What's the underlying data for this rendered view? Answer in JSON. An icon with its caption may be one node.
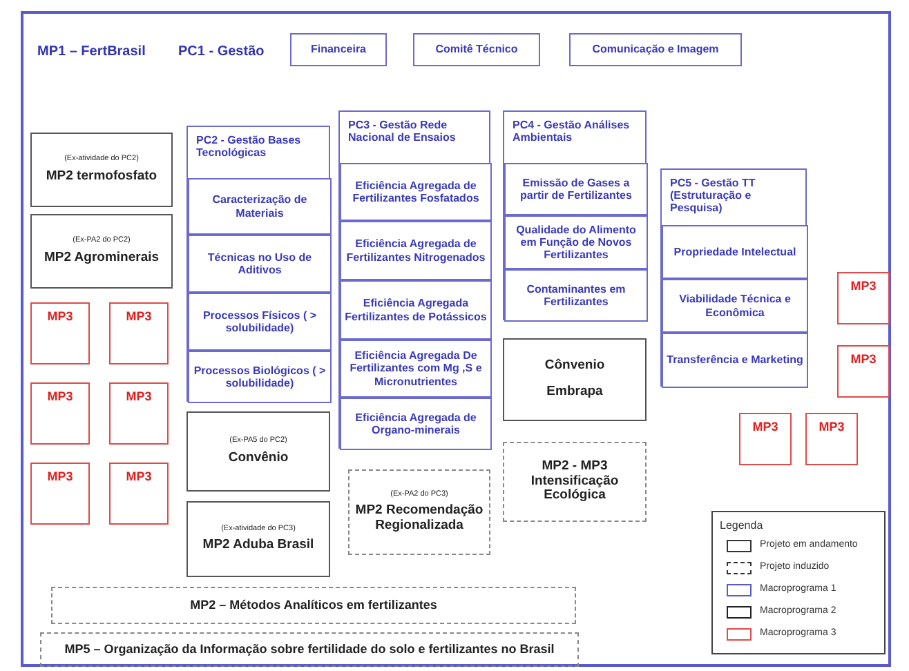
{
  "diagram": {
    "nodes": [
      {
        "text": [
          "MP1 – FertBrasil"
        ]
      },
      {
        "text": [
          "Financeira"
        ],
        "in": 0
      },
      {
        "text": [
          "Comitê Técnico"
        ],
        "in": 0
      },
      {
        "text": [
          "Comunicação e Imagem"
        ],
        "in": 0
      },
      {
        "text": [
          "(Ex-atividade do PC2)",
          "MP2 termofosfato"
        ],
        "in": 0
      },
      {
        "text": [
          "(Ex-PA2 do PC2)",
          "MP2 Agrominerais"
        ],
        "in": 0
      },
      {
        "text": [
          "MP3"
        ],
        "in": 0
      },
      {
        "text": [
          "MP3"
        ],
        "in": 0
      },
      {
        "text": [
          "MP3"
        ],
        "in": 0
      },
      {
        "text": [
          "MP3"
        ],
        "in": 0
      },
      {
        "text": [
          "MP3"
        ],
        "in": 0
      },
      {
        "text": [
          "MP3"
        ],
        "in": 0
      },
      {
        "text": [
          "PC2 - Gestão Bases Tecnológicas"
        ],
        "in": 0
      },
      {
        "text": [
          "Caracterização de Materiais"
        ],
        "in": 12
      },
      {
        "text": [
          "Técnicas no Uso de Aditivos"
        ],
        "in": 12
      },
      {
        "text": [
          "Processos Físicos ( > solubilidade)"
        ],
        "in": 12
      },
      {
        "text": [
          "Processos Biológicos ( > solubilidade)"
        ],
        "in": 12
      },
      {
        "text": [
          "(Ex-PA5 do PC2)",
          "Convênio"
        ],
        "in": 0
      },
      {
        "text": [
          "(Ex-atividade do PC3)",
          "MP2 Aduba Brasil"
        ],
        "in": 0
      },
      {
        "text": [
          "PC3 - Gestão Rede Nacional de Ensaios"
        ],
        "in": 0
      },
      {
        "text": [
          "Eficiência Agregada de Fertilizantes Fosfatados"
        ],
        "in": 19
      },
      {
        "text": [
          "Eficiência Agregada de Fertilizantes Nitrogenados"
        ],
        "in": 19
      },
      {
        "text": [
          "Eficiência Agregada Fertilizantes de Potássicos"
        ],
        "in": 19
      },
      {
        "text": [
          "Eficiência Agregada De Fertilizantes com Mg ,S e Micronutrientes"
        ],
        "in": 19
      },
      {
        "text": [
          "Eficiência Agregada de Organo-minerais"
        ],
        "in": 19
      },
      {
        "text": [
          "(Ex-PA2 do PC3)",
          "MP2 Recomendação Regionalizada"
        ],
        "in": 0
      },
      {
        "text": [
          "PC4 - Gestão Análises Ambientais"
        ],
        "in": 0
      },
      {
        "text": [
          "Emissão de Gases a partir de Fertilizantes"
        ],
        "in": 26
      },
      {
        "text": [
          "Qualidade do Alimento em Função de Novos Fertilizantes"
        ],
        "in": 26
      },
      {
        "text": [
          "Contaminantes em Fertilizantes"
        ],
        "in": 26
      },
      {
        "text": [
          "Cônvenio",
          "Embrapa"
        ],
        "in": 0
      },
      {
        "text": [
          "MP2 - MP3 Intensificação Ecológica"
        ],
        "in": 0
      },
      {
        "text": [
          "PC5 - Gestão TT (Estruturação e Pesquisa)"
        ],
        "in": 0
      },
      {
        "text": [
          "Propriedade Intelectual"
        ],
        "in": 32
      },
      {
        "text": [
          "Viabilidade Técnica e Econômica"
        ],
        "in": 32
      },
      {
        "text": [
          "Transferência e Marketing"
        ],
        "in": 32
      },
      {
        "text": [
          "MP3"
        ],
        "in": 0
      },
      {
        "text": [
          "MP3"
        ],
        "in": 0
      },
      {
        "text": [
          "MP3"
        ],
        "in": 0
      },
      {
        "text": [
          "MP3"
        ],
        "in": 0
      },
      {
        "text": [
          "MP2 – Métodos Analíticos em fertilizantes"
        ],
        "in": 0
      },
      {
        "text": [
          "MP5 – Organização da Informação sobre fertilidade do solo e fertilizantes no Brasil"
        ],
        "in": 0
      }
    ],
    "labels": [
      "PC1 - Gestão",
      "Legenda"
    ],
    "legend": [
      {
        "text": "Projeto em andamento"
      },
      {
        "text": "Projeto induzido"
      },
      {
        "text": "Macroprograma 1"
      },
      {
        "text": "Macroprograma 2"
      },
      {
        "text": "Macroprograma 3"
      }
    ]
  }
}
